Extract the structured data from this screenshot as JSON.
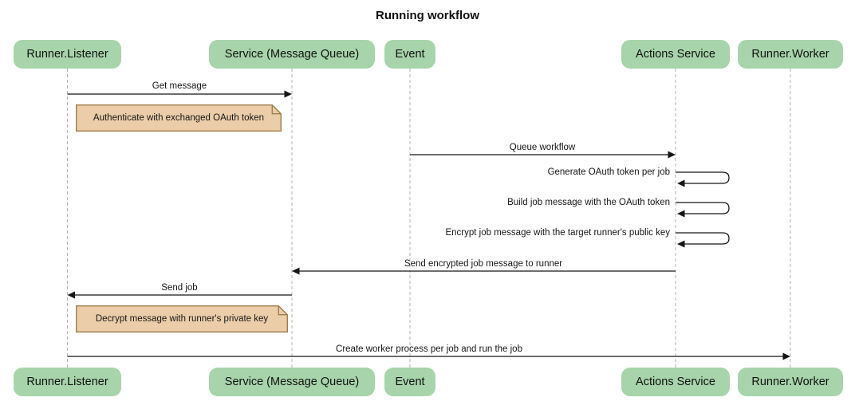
{
  "title": "Running workflow",
  "participants": [
    {
      "id": "runner-listener",
      "label": "Runner.Listener"
    },
    {
      "id": "service-message-queue",
      "label": "Service (Message Queue)"
    },
    {
      "id": "event",
      "label": "Event"
    },
    {
      "id": "actions-service",
      "label": "Actions Service"
    },
    {
      "id": "runner-worker",
      "label": "Runner.Worker"
    }
  ],
  "messages": [
    {
      "label": "Get message",
      "from": "Runner.Listener",
      "to": "Service (Message Queue)",
      "direction": "right"
    },
    {
      "label": "Queue workflow",
      "from": "Event",
      "to": "Actions Service",
      "direction": "right"
    },
    {
      "label": "Generate OAuth token per job",
      "from": "Actions Service",
      "to": "Actions Service",
      "direction": "self"
    },
    {
      "label": "Build job message with the OAuth token",
      "from": "Actions Service",
      "to": "Actions Service",
      "direction": "self"
    },
    {
      "label": "Encrypt job message with the target runner's public key",
      "from": "Actions Service",
      "to": "Actions Service",
      "direction": "self"
    },
    {
      "label": "Send encrypted job message to runner",
      "from": "Actions Service",
      "to": "Service (Message Queue)",
      "direction": "left"
    },
    {
      "label": "Send job",
      "from": "Service (Message Queue)",
      "to": "Runner.Listener",
      "direction": "left"
    },
    {
      "label": "Create worker process per job and run the job",
      "from": "Runner.Listener",
      "to": "Runner.Worker",
      "direction": "right"
    }
  ],
  "notes": [
    {
      "text": "Authenticate with exchanged OAuth token",
      "anchor": "Runner.Listener"
    },
    {
      "text": "Decrypt message with runner's private key",
      "anchor": "Runner.Listener"
    }
  ],
  "colors": {
    "background": "#FFFFFF",
    "participant_fill": "#A7D4AA",
    "note_fill": "#EBCDA9",
    "note_border": "#9E7E4E",
    "lifeline": "#B3B3B3",
    "arrow": "#161616"
  }
}
